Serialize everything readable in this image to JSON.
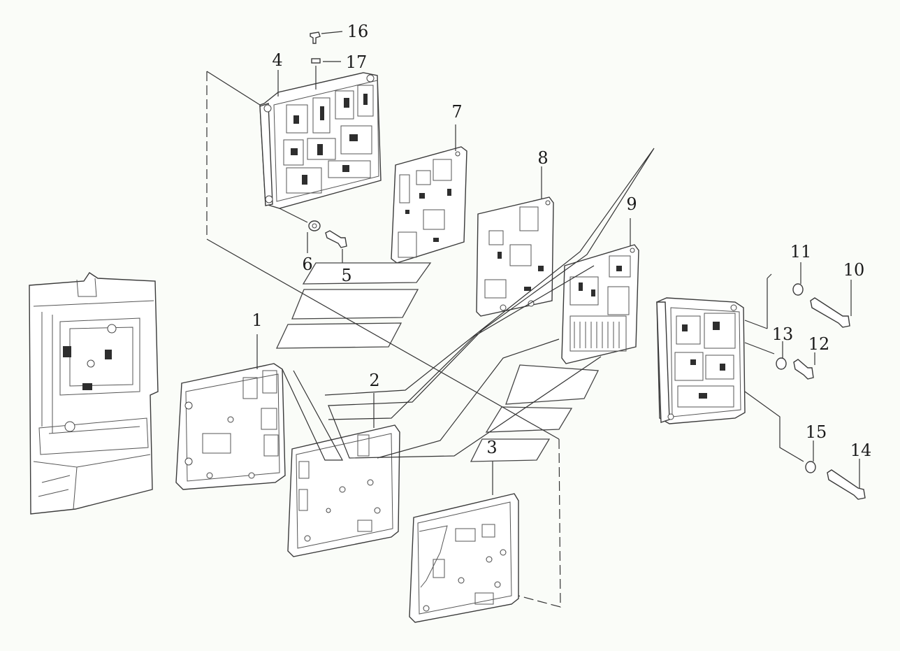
{
  "callouts": [
    {
      "id": "1",
      "label": "1"
    },
    {
      "id": "2",
      "label": "2"
    },
    {
      "id": "3",
      "label": "3"
    },
    {
      "id": "4",
      "label": "4"
    },
    {
      "id": "5",
      "label": "5"
    },
    {
      "id": "6",
      "label": "6"
    },
    {
      "id": "7",
      "label": "7"
    },
    {
      "id": "8",
      "label": "8"
    },
    {
      "id": "9",
      "label": "9"
    },
    {
      "id": "10",
      "label": "10"
    },
    {
      "id": "11",
      "label": "11"
    },
    {
      "id": "12",
      "label": "12"
    },
    {
      "id": "13",
      "label": "13"
    },
    {
      "id": "14",
      "label": "14"
    },
    {
      "id": "15",
      "label": "15"
    },
    {
      "id": "16",
      "label": "16"
    },
    {
      "id": "17",
      "label": "17"
    }
  ],
  "colors": {
    "background": "#fafcf8",
    "line": "#333333"
  }
}
